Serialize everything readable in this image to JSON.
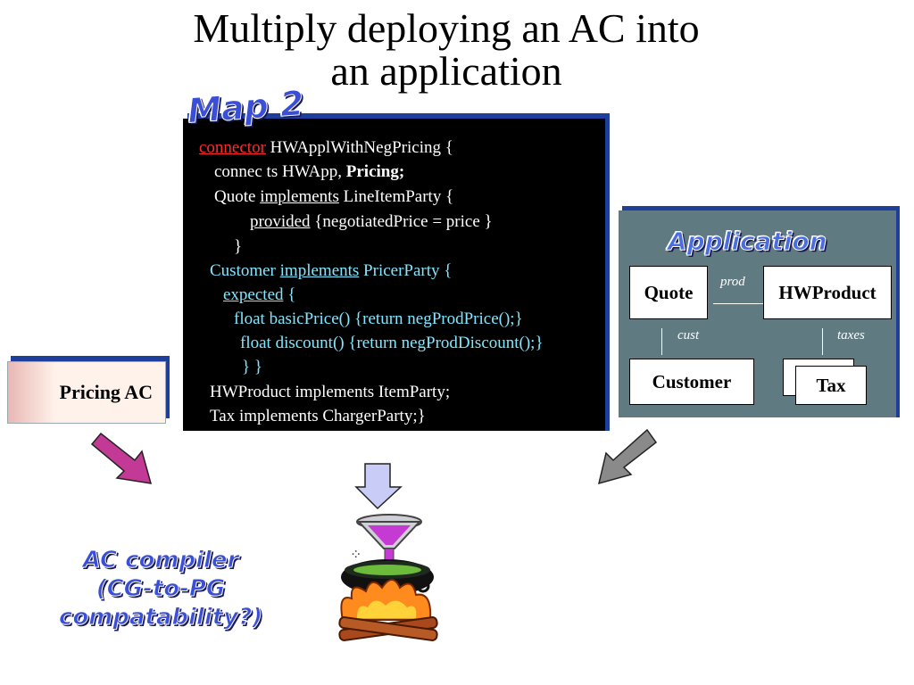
{
  "title": {
    "line1": "Multiply deploying an AC into",
    "line2": "an application"
  },
  "map": {
    "heading": "Map 2",
    "lines": [
      {
        "segments": [
          {
            "t": "connector",
            "s": "r"
          },
          {
            "t": " HWApplWithNegPricing {",
            "s": "w"
          }
        ]
      },
      {
        "segments": [
          {
            "t": "connec ts HWApp, ",
            "s": "w"
          },
          {
            "t": "Pricing;",
            "s": "w",
            "b": true
          }
        ]
      },
      {
        "segments": [
          {
            "t": "Quote  ",
            "s": "w"
          },
          {
            "t": "implements",
            "s": "w",
            "u": true
          },
          {
            "t": " LineItemParty {",
            "s": "w"
          }
        ]
      },
      {
        "segments": [
          {
            "t": "provided",
            "s": "w",
            "u": true
          },
          {
            "t": " {negotiatedPrice = price }",
            "s": "w"
          }
        ]
      },
      {
        "segments": [
          {
            "t": "}",
            "s": "w"
          }
        ]
      },
      {
        "segments": [
          {
            "t": "Customer ",
            "s": "c"
          },
          {
            "t": "implements",
            "s": "c",
            "u": true
          },
          {
            "t": " PricerParty {",
            "s": "c"
          }
        ]
      },
      {
        "segments": [
          {
            "t": "expected",
            "s": "c",
            "u": true
          },
          {
            "t": " {",
            "s": "c"
          }
        ]
      },
      {
        "segments": [
          {
            "t": "float basicPrice() {return negProdPrice();}",
            "s": "c"
          }
        ]
      },
      {
        "segments": [
          {
            "t": "float discount() {return negProdDiscount();}",
            "s": "c"
          }
        ]
      },
      {
        "segments": [
          {
            "t": "} }",
            "s": "c"
          }
        ]
      },
      {
        "segments": [
          {
            "t": "HWProduct implements ItemParty;",
            "s": "w"
          }
        ]
      },
      {
        "segments": [
          {
            "t": "Tax implements  ChargerParty;}",
            "s": "w"
          }
        ]
      }
    ]
  },
  "application": {
    "heading": "Application",
    "boxes": {
      "quote": "Quote",
      "hwproduct": "HWProduct",
      "customer": "Customer",
      "tax": "Tax"
    },
    "relations": {
      "prod": "prod",
      "cust": "cust",
      "taxes": "taxes"
    }
  },
  "pricing_ac": {
    "label": "Pricing AC"
  },
  "compiler": {
    "line1": "AC compiler",
    "line2": "(CG-to-PG compatability?)"
  },
  "colors": {
    "panel_border": "#1d3f9a",
    "code_cyan": "#7fe7ff",
    "keyword_red": "#ff2a2a",
    "app_bg": "#5f7a80",
    "arrow_magenta": "#c23a96",
    "arrow_gray": "#8a8a8a",
    "funnel_purple": "#c43ad2"
  }
}
